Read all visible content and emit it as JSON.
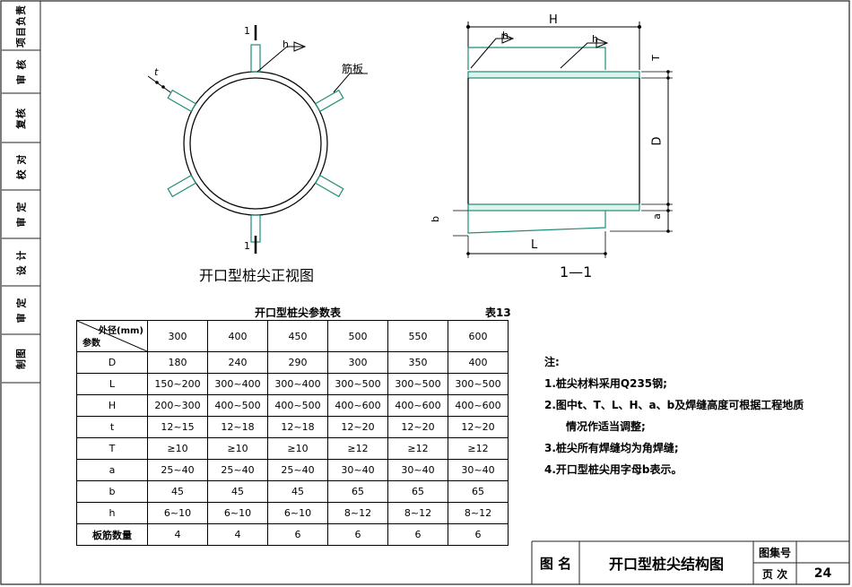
{
  "sidebar": [
    "制图",
    "审 定",
    "设 计",
    "审 定",
    "校 对",
    "复核",
    "审 核",
    "项目负责"
  ],
  "front_view": {
    "caption": "开口型桩尖正视图",
    "label_h": "h",
    "label_t": "t",
    "label_plate": "筋板",
    "section_mark": "1"
  },
  "section_view": {
    "caption": "1—1",
    "dim_H": "H",
    "dim_T": "T",
    "dim_D": "D",
    "dim_a": "a",
    "dim_b": "b",
    "dim_L": "L",
    "weld_h1": "h",
    "weld_h2": "h"
  },
  "table": {
    "title": "开口型桩尖参数表",
    "table_no": "表13",
    "corner_top": "外径(mm)",
    "corner_bottom": "参数",
    "columns": [
      "300",
      "400",
      "450",
      "500",
      "550",
      "600"
    ],
    "rows": [
      {
        "name": "D",
        "values": [
          "180",
          "240",
          "290",
          "300",
          "350",
          "400"
        ]
      },
      {
        "name": "L",
        "values": [
          "150~200",
          "300~400",
          "300~400",
          "300~500",
          "300~500",
          "300~500"
        ]
      },
      {
        "name": "H",
        "values": [
          "200~300",
          "400~500",
          "400~500",
          "400~600",
          "400~600",
          "400~600"
        ]
      },
      {
        "name": "t",
        "values": [
          "12~15",
          "12~18",
          "12~18",
          "12~20",
          "12~20",
          "12~20"
        ]
      },
      {
        "name": "T",
        "values": [
          "≥10",
          "≥10",
          "≥10",
          "≥12",
          "≥12",
          "≥12"
        ]
      },
      {
        "name": "a",
        "values": [
          "25~40",
          "25~40",
          "25~40",
          "30~40",
          "30~40",
          "30~40"
        ]
      },
      {
        "name": "b",
        "values": [
          "45",
          "45",
          "45",
          "65",
          "65",
          "65"
        ]
      },
      {
        "name": "h",
        "values": [
          "6~10",
          "6~10",
          "6~10",
          "8~12",
          "8~12",
          "8~12"
        ]
      },
      {
        "name": "板筋数量",
        "values": [
          "4",
          "4",
          "6",
          "6",
          "6",
          "6"
        ]
      }
    ]
  },
  "notes": {
    "title": "注:",
    "items": [
      "1.桩尖材料采用Q235钢;",
      "2.图中t、T、L、H、a、b及焊缝高度可根据工程地质",
      "情况作适当调整;",
      "3.桩尖所有焊缝均为角焊缝;",
      "4.开口型桩尖用字母b表示。"
    ]
  },
  "title_block": {
    "label_name": "图  名",
    "drawing_name": "开口型桩尖结构图",
    "label_atlas": "图集号",
    "atlas_no": "",
    "label_page": "页  次",
    "page_no": "24"
  },
  "colors": {
    "line": "#0a0a0a",
    "border": "#222222",
    "hatch": "#1f8c78",
    "plate": "#1f8c78",
    "paper": "#ffffff"
  }
}
